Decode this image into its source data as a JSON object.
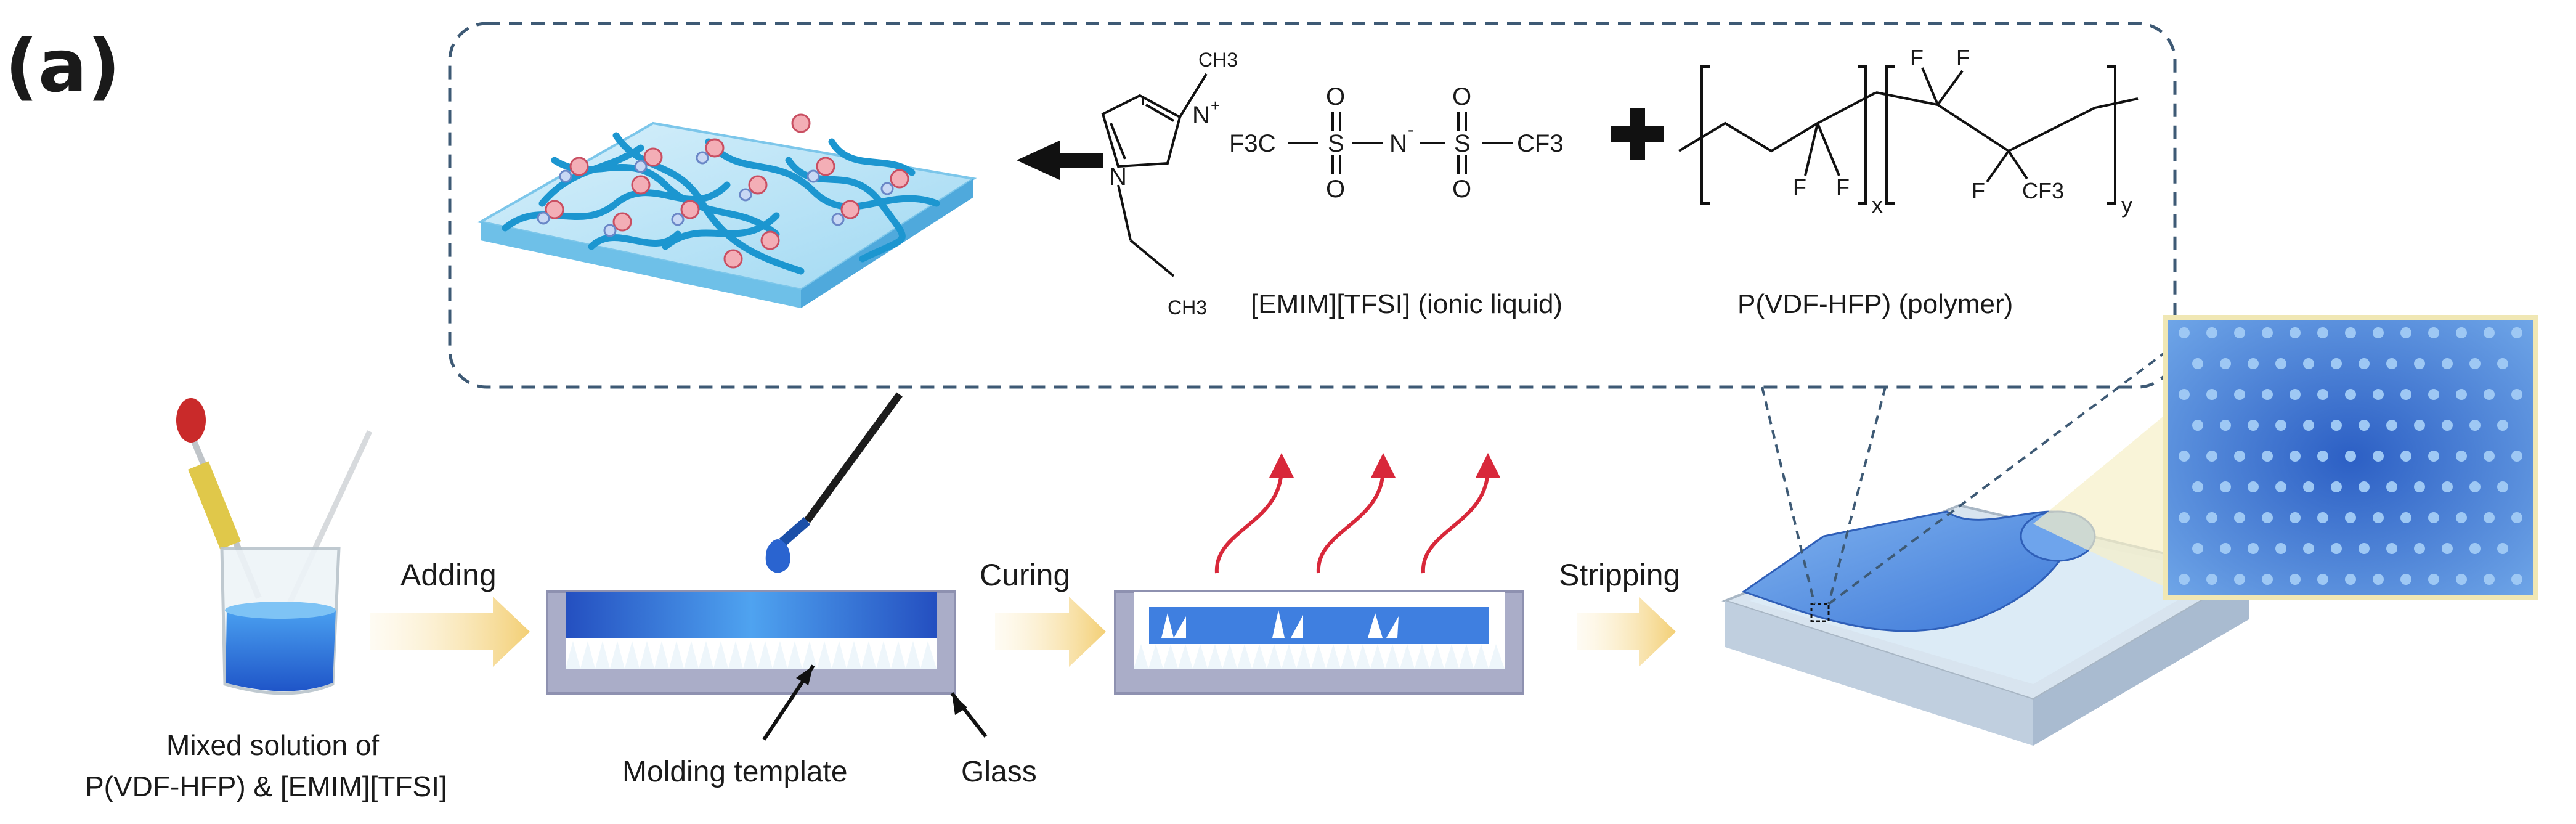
{
  "panel_label": "(a)",
  "inset": {
    "cation_labels": {
      "methyl": "CH3",
      "n_plus": "N",
      "n_plus_charge": "+",
      "n": "N",
      "ethyl": "CH3"
    },
    "anion_labels": {
      "cf3_left": "F3C",
      "s": "S",
      "n_minus": "N",
      "n_minus_charge": "-",
      "cf3_right": "CF3",
      "o": "O"
    },
    "polymer_labels": {
      "f": "F",
      "cf3": "CF3",
      "sub_x": "x",
      "sub_y": "y"
    },
    "ionic_liquid_caption": "[EMIM][TFSI] (ionic liquid)",
    "polymer_caption": "P(VDF-HFP) (polymer)"
  },
  "process": {
    "mixed_solution_caption_line1": "Mixed solution of",
    "mixed_solution_caption_line2": "P(VDF-HFP) & [EMIM][TFSI]",
    "step_adding": "Adding",
    "step_curing": "Curing",
    "step_stripping": "Stripping",
    "molding_template_label": "Molding template",
    "glass_label": "Glass"
  },
  "colors": {
    "film_blue": "#4a90d8",
    "liquid_blue": "#2f6fd6",
    "arrow_yellow": "#f5d98a",
    "vapor_red": "#d8283a",
    "inset_border": "#3e5a75",
    "glass_gray": "#a9acc6"
  }
}
